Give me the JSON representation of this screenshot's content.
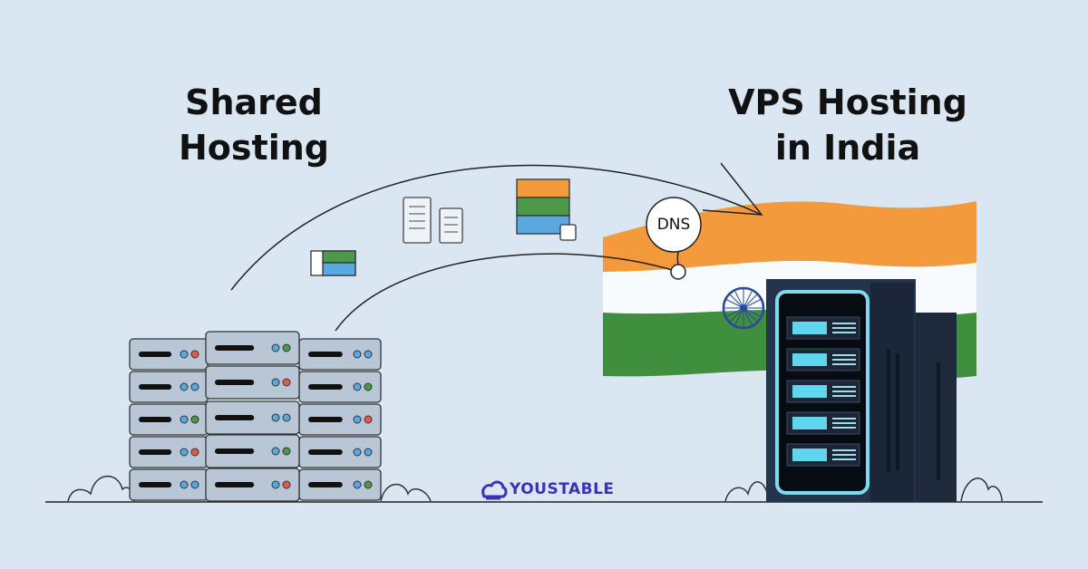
{
  "titles": {
    "left_line1": "Shared",
    "left_line2": "Hosting",
    "right_line1": "VPS Hosting",
    "right_line2": "in India"
  },
  "dns_label": "DNS",
  "brand": {
    "name": "YOUSTABLE",
    "color": "#3d2fb8"
  },
  "colors": {
    "background": "#dae7f3",
    "saffron": "#f39a3d",
    "green": "#3f8f3e",
    "chakra": "#2a4a9a",
    "server_glow": "#5fd6ee"
  }
}
